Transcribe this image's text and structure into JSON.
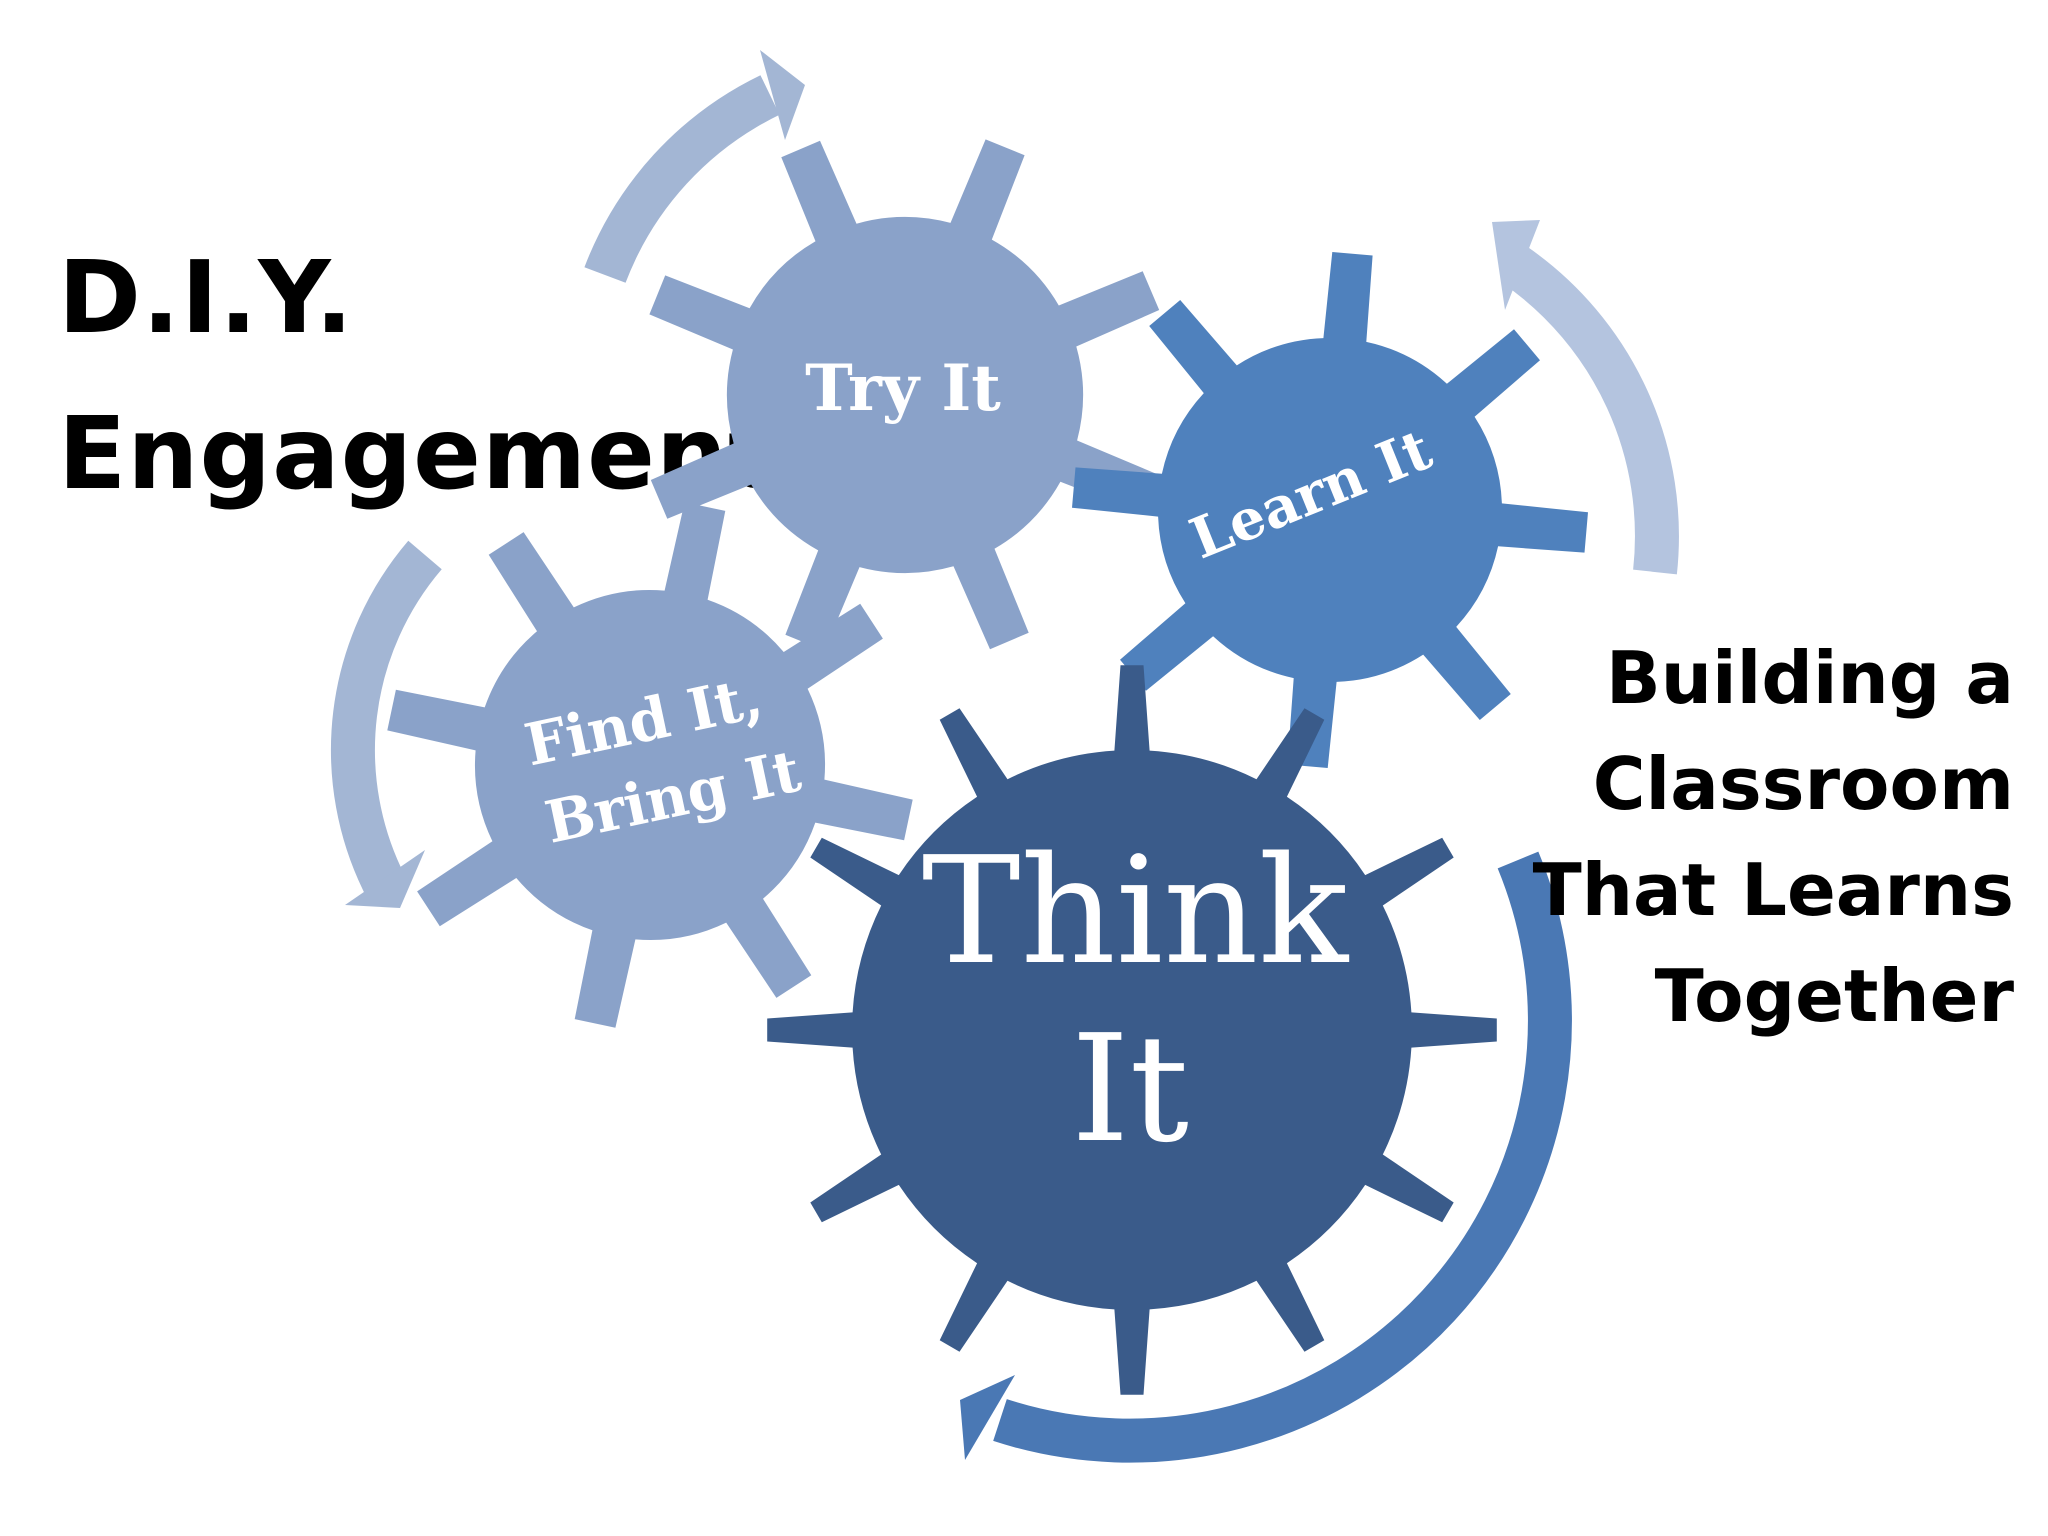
{
  "title": {
    "line1": "D.I.Y.",
    "line2": "Engagement"
  },
  "subtitle": {
    "line1": "Building a",
    "line2": "Classroom",
    "line3": "That Learns",
    "line4": "Together"
  },
  "gears": {
    "try": {
      "label": "Try It",
      "color": "#8aa2c9"
    },
    "learn": {
      "label": "Learn It",
      "color": "#4f81bd"
    },
    "find": {
      "label1": "Find It,",
      "label2": "Bring It",
      "color": "#8aa2c9"
    },
    "think": {
      "label1": "Think",
      "label2": "It",
      "color": "#3a5b8a"
    }
  },
  "arrows": {
    "light_color": "#a3b6d4",
    "lighter_color": "#b4c4df",
    "dark_color": "#4a78b4"
  }
}
